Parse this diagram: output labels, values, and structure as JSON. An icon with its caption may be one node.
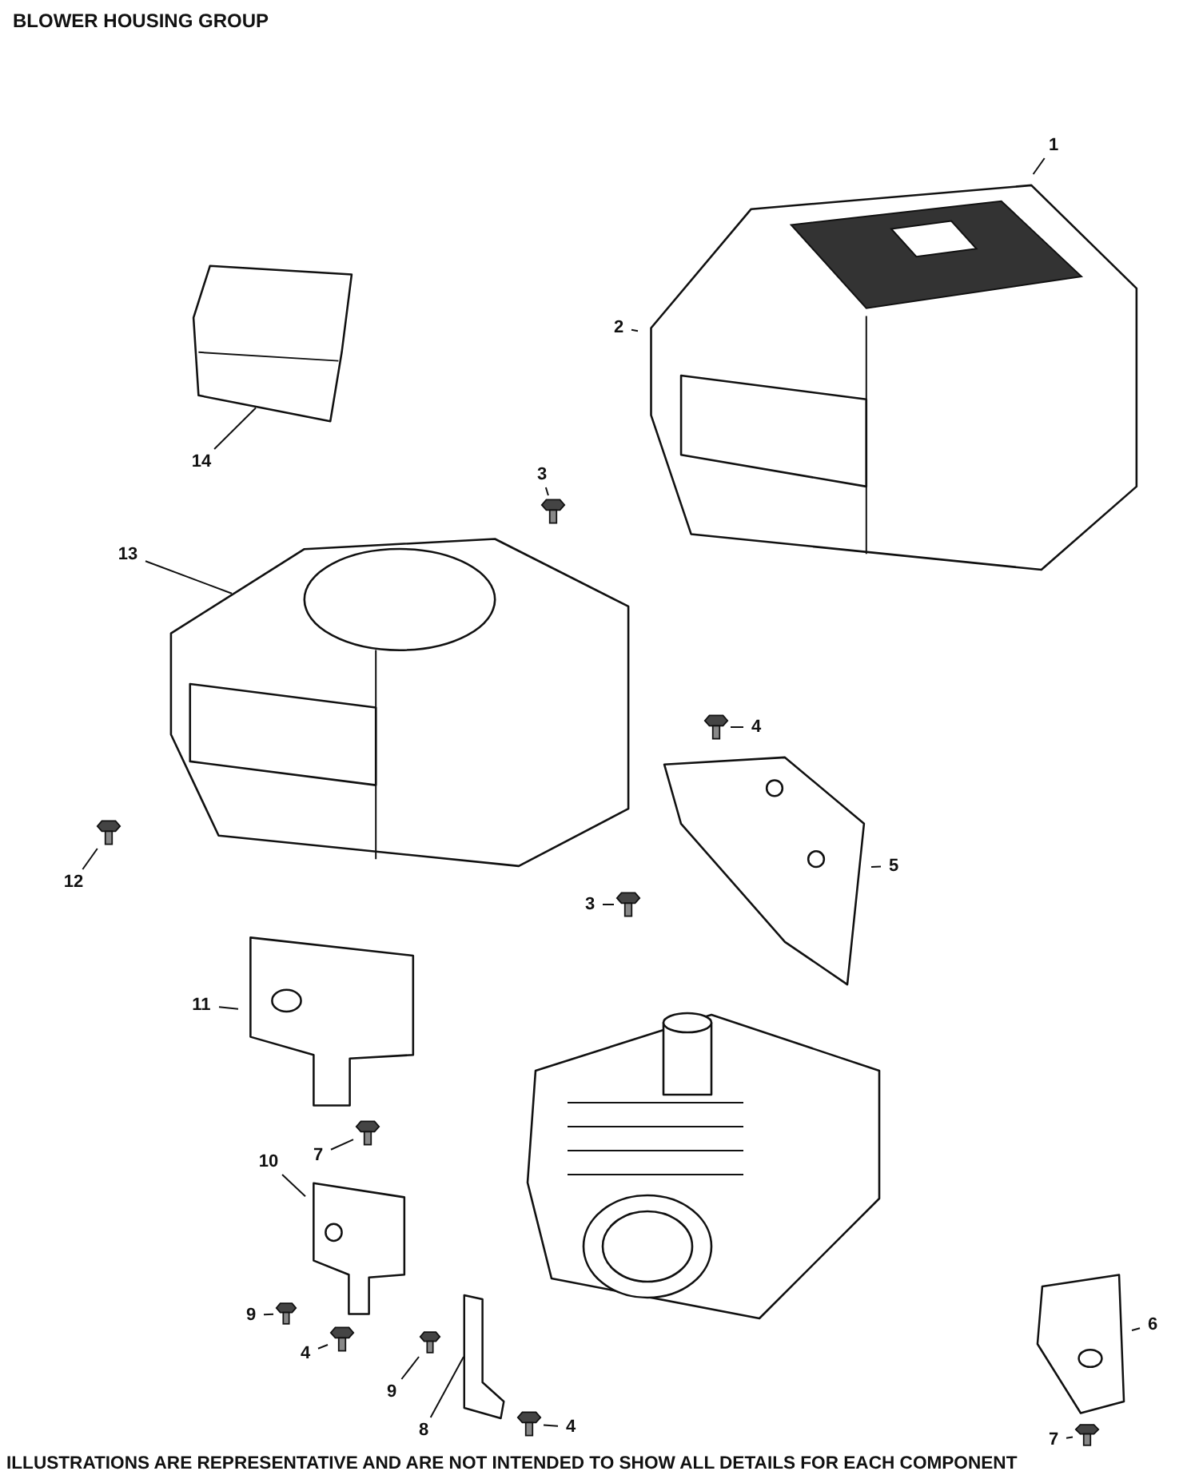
{
  "diagram": {
    "title": "BLOWER HOUSING GROUP",
    "caption": "ILLUSTRATIONS ARE REPRESENTATIVE AND ARE NOT INTENDED TO SHOW ALL DETAILS FOR EACH COMPONENT",
    "nodes": [
      {
        "text": [
          "1"
        ]
      },
      {
        "text": [],
        "shape": "picture"
      },
      {
        "text": [
          "2"
        ]
      },
      {
        "text": [
          "14"
        ]
      },
      {
        "text": [],
        "shape": "picture"
      },
      {
        "text": [
          "3"
        ]
      },
      {
        "text": [],
        "shape": "picture"
      },
      {
        "text": [
          "13"
        ]
      },
      {
        "text": [],
        "shape": "picture"
      },
      {
        "text": [
          "4"
        ]
      },
      {
        "text": [],
        "shape": "picture"
      },
      {
        "text": [
          "5"
        ]
      },
      {
        "text": [],
        "shape": "picture"
      },
      {
        "text": [
          "3"
        ]
      },
      {
        "text": [],
        "shape": "picture"
      },
      {
        "text": [
          "12"
        ]
      },
      {
        "text": [],
        "shape": "picture"
      },
      {
        "text": [
          "11"
        ]
      },
      {
        "text": [],
        "shape": "picture"
      },
      {
        "text": [
          "7"
        ]
      },
      {
        "text": [],
        "shape": "picture"
      },
      {
        "text": [
          "10"
        ]
      },
      {
        "text": [],
        "shape": "picture"
      },
      {
        "text": [
          "9"
        ]
      },
      {
        "text": [],
        "shape": "picture"
      },
      {
        "text": [
          "4"
        ]
      },
      {
        "text": [],
        "shape": "picture"
      },
      {
        "text": [
          "9"
        ]
      },
      {
        "text": [],
        "shape": "picture"
      },
      {
        "text": [
          "8"
        ]
      },
      {
        "text": [],
        "shape": "picture"
      },
      {
        "text": [
          "4"
        ]
      },
      {
        "text": [],
        "shape": "picture"
      },
      {
        "text": [
          "6"
        ]
      },
      {
        "text": [],
        "shape": "picture"
      },
      {
        "text": [
          "7"
        ]
      },
      {
        "text": [],
        "shape": "picture"
      }
    ],
    "edges": [
      {
        "from": 0,
        "to": 1,
        "arrow": "none"
      },
      {
        "from": 2,
        "to": 1,
        "arrow": "none"
      },
      {
        "from": 3,
        "to": 4,
        "arrow": "none"
      },
      {
        "from": 5,
        "to": 6,
        "arrow": "none"
      },
      {
        "from": 7,
        "to": 8,
        "arrow": "none"
      },
      {
        "from": 9,
        "to": 10,
        "arrow": "none"
      },
      {
        "from": 11,
        "to": 12,
        "arrow": "none"
      },
      {
        "from": 13,
        "to": 14,
        "arrow": "none"
      },
      {
        "from": 15,
        "to": 16,
        "arrow": "none"
      },
      {
        "from": 17,
        "to": 18,
        "arrow": "none"
      },
      {
        "from": 19,
        "to": 20,
        "arrow": "none"
      },
      {
        "from": 21,
        "to": 22,
        "arrow": "none"
      },
      {
        "from": 23,
        "to": 24,
        "arrow": "none"
      },
      {
        "from": 25,
        "to": 26,
        "arrow": "none"
      },
      {
        "from": 27,
        "to": 28,
        "arrow": "none"
      },
      {
        "from": 29,
        "to": 30,
        "arrow": "none"
      },
      {
        "from": 31,
        "to": 32,
        "arrow": "none"
      },
      {
        "from": 33,
        "to": 34,
        "arrow": "none"
      },
      {
        "from": 35,
        "to": 36,
        "arrow": "none"
      }
    ]
  }
}
